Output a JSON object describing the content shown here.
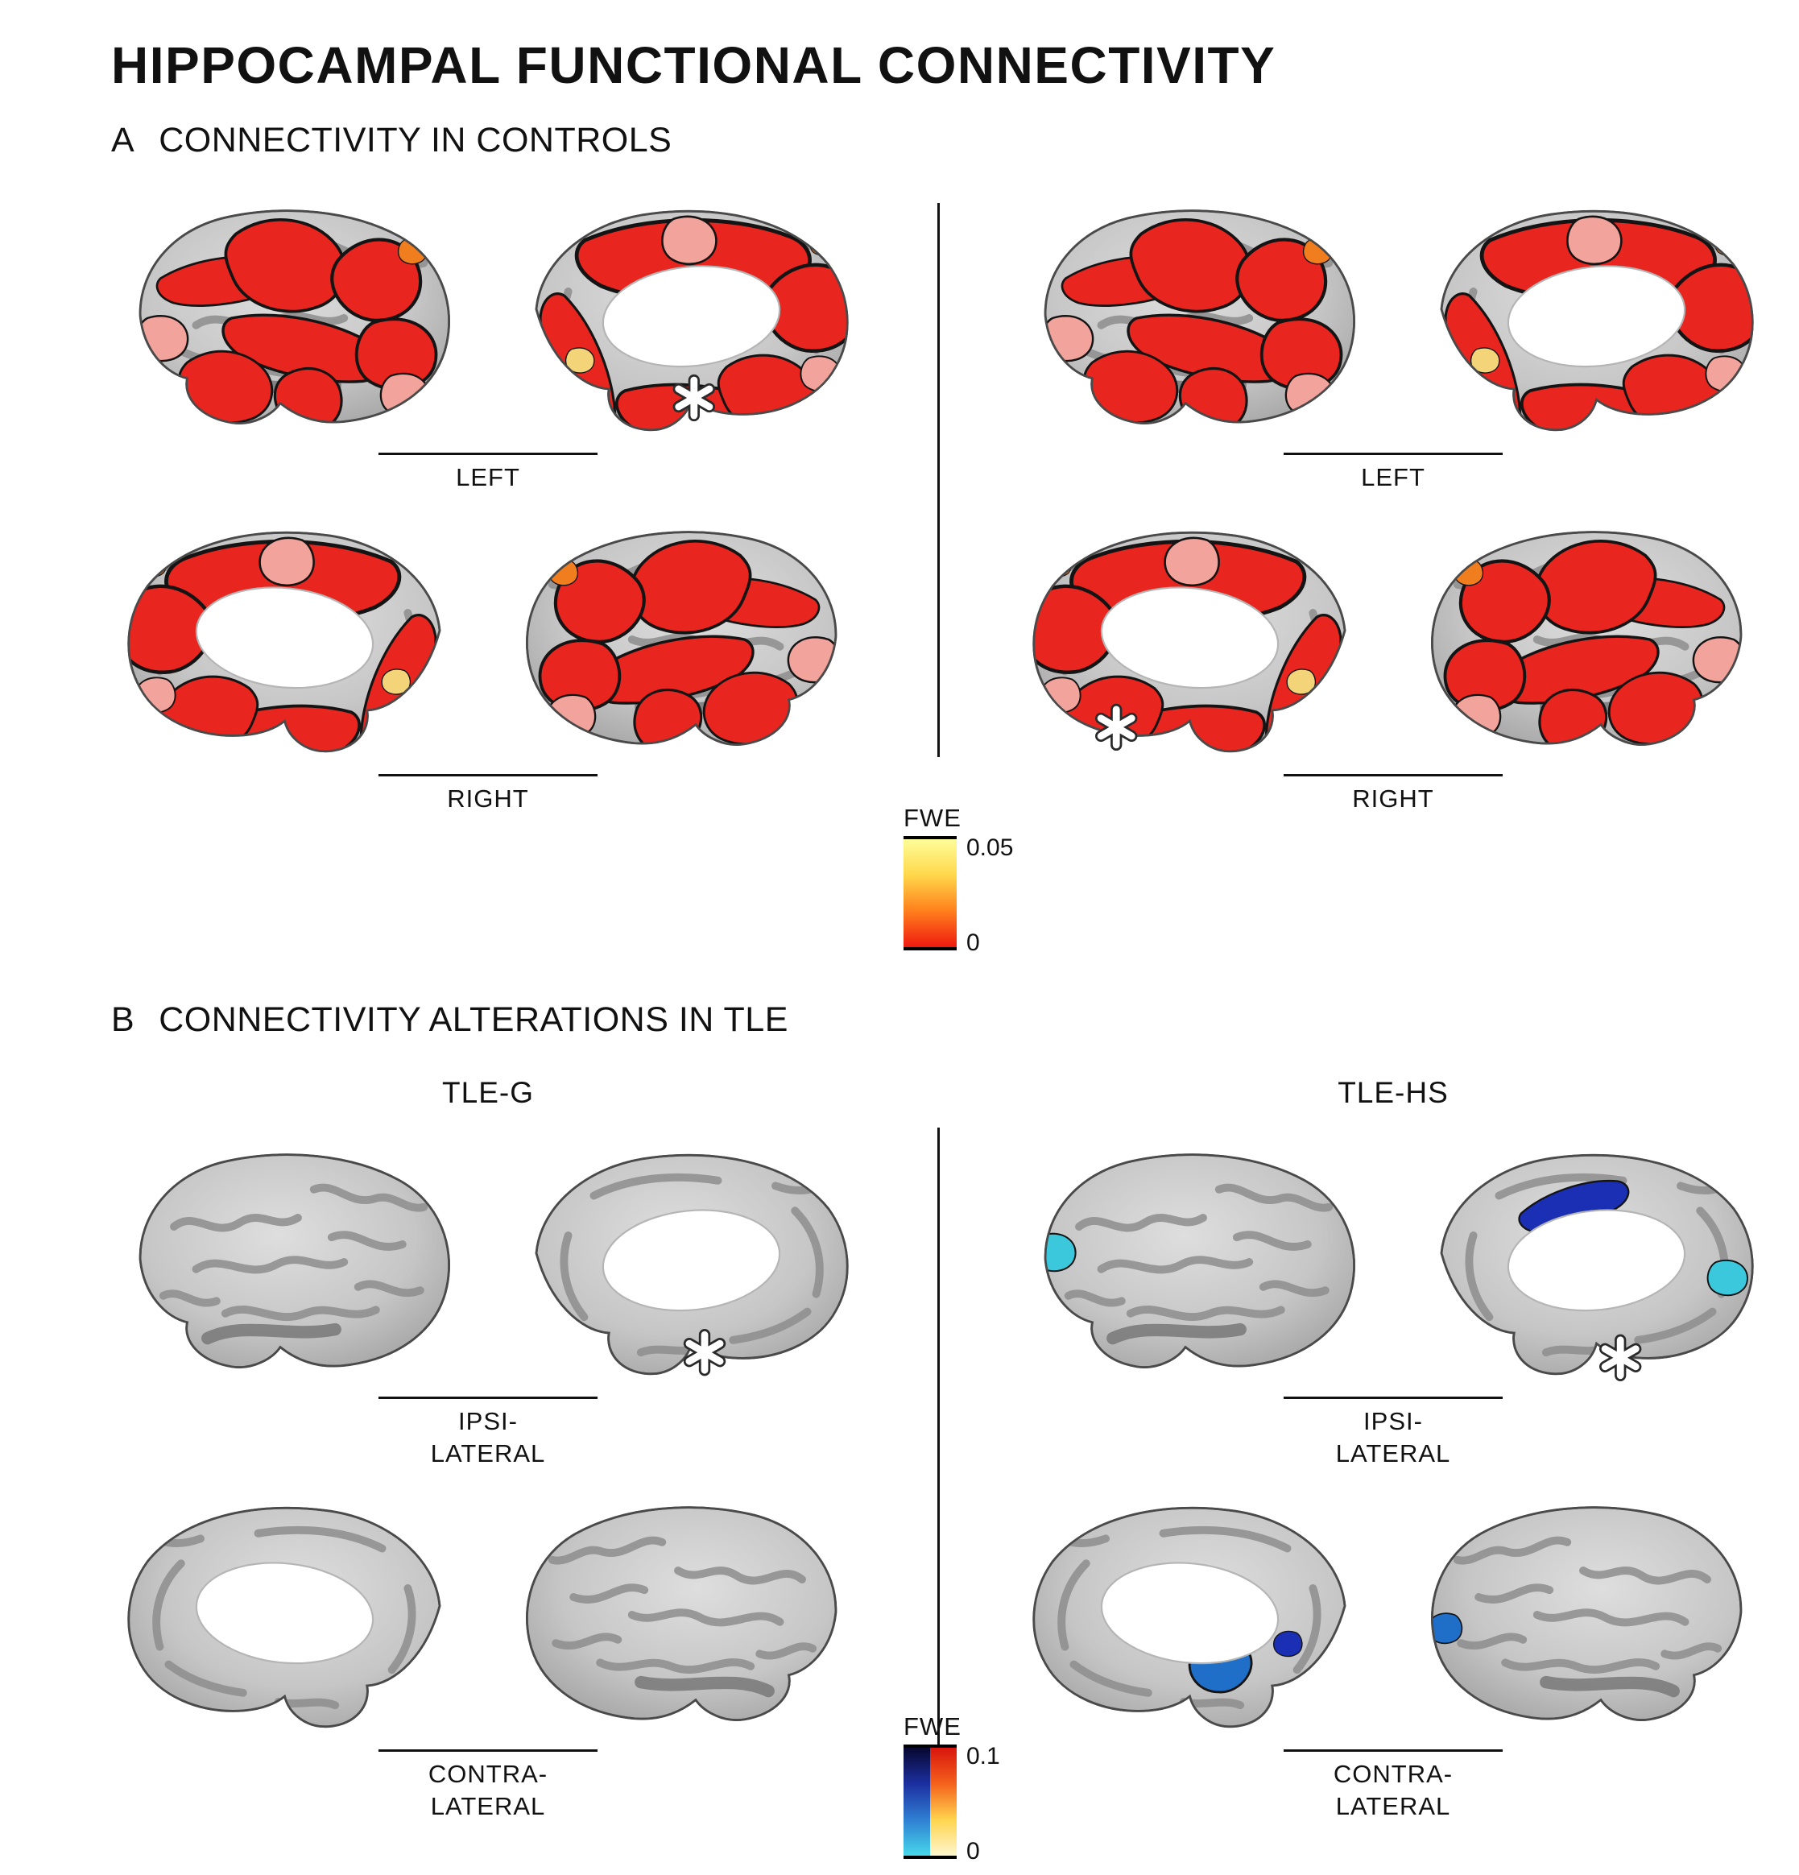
{
  "title": "HIPPOCAMPAL FUNCTIONAL CONNECTIVITY",
  "panel_a": {
    "label": "A",
    "heading": "CONNECTIVITY IN CONTROLS",
    "row_labels": [
      "LEFT",
      "RIGHT"
    ],
    "colorbar": {
      "title": "FWE",
      "max_label": "0.05",
      "min_label": "0",
      "stops": [
        "#fdfd9a",
        "#ffd84a",
        "#ff7f1c",
        "#ef1a10"
      ]
    }
  },
  "panel_b": {
    "label": "B",
    "heading": "CONNECTIVITY ALTERATIONS IN TLE",
    "group_titles": [
      "TLE-G",
      "TLE-HS"
    ],
    "row_labels": [
      [
        "IPSI-",
        "LATERAL"
      ],
      [
        "CONTRA-",
        "LATERAL"
      ]
    ],
    "colorbar": {
      "title": "FWE",
      "max_label": "0.1",
      "min_label": "0",
      "cool_stops": [
        "#07072f",
        "#1c2fa0",
        "#2f7fd2",
        "#46d8ea"
      ],
      "warm_stops": [
        "#d8150e",
        "#f4611c",
        "#ffd44e",
        "#fdf7cd"
      ]
    }
  },
  "seed_marker_glyph": "*",
  "colors": {
    "red": "#e8261f",
    "pink": "#f2a39c",
    "orange": "#f07d1e",
    "yellow": "#f3d478",
    "navy": "#1b2fb4",
    "cyan": "#3cc8dc",
    "blue": "#1f6fc8"
  }
}
